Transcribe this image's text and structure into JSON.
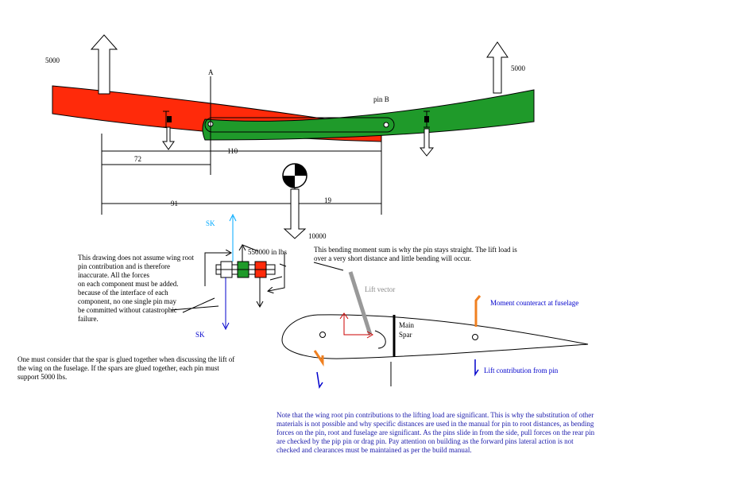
{
  "labels": {
    "left_load": "5000",
    "right_load": "5000",
    "point_a": "A",
    "pin_b": "pin B",
    "dim_110": "110",
    "dim_72": "72",
    "dim_91": "91",
    "dim_19": "19",
    "cg_load": "10000",
    "moment": "550000 in lbs",
    "sk_top": "SK",
    "sk_bottom": "SK",
    "lift_vector": "Lift vector",
    "main_spar_line1": "Main",
    "main_spar_line2": "Spar",
    "moment_counteract": "Moment counteract at fuselage",
    "lift_contribution": "Lift contribution from pin"
  },
  "notes": {
    "left_note": [
      "This drawing does not assume wing root",
      "pin contribution and is therefore",
      "inaccurate.  All the forces",
      "on each component must be added.",
      "because of the interface of each",
      "component, no one single pin may",
      "be committed without catastrophic",
      "failure."
    ],
    "bending_note": [
      "This bending moment sum is why the pin stays straight.  The lift load is",
      "over a very short distance and little bending will occur."
    ],
    "glued_note": [
      "One must consider that the spar is glued together when discussing the lift of",
      "the wing on the fuselage.  If the spars are glued together, each pin must",
      "support 5000 lbs."
    ],
    "root_pin_note": [
      "Note that the wing root pin contributions to the lifting load are significant.  This is why the substitution of other",
      "materials is not possible and why specific distances are used in the manual for pin to root distances,  as bending",
      "forces on the pin, root and fuselage are significant.  As the pins slide in from the side, pull forces on the rear pin",
      "are checked by the pip pin or drag pin.  Pay attention on building as the forward pins lateral action is not",
      "checked and clearances must be maintained as per the build manual."
    ]
  },
  "colors": {
    "left_spar": "#ff2a0a",
    "right_spar": "#1f9a2a",
    "moment_arrow": "#f08020",
    "lift_arrow": "#0000cc",
    "sk_arrow": "#00aaff",
    "blue_text": "#1a1aaa",
    "lift_vector": "#999999"
  }
}
